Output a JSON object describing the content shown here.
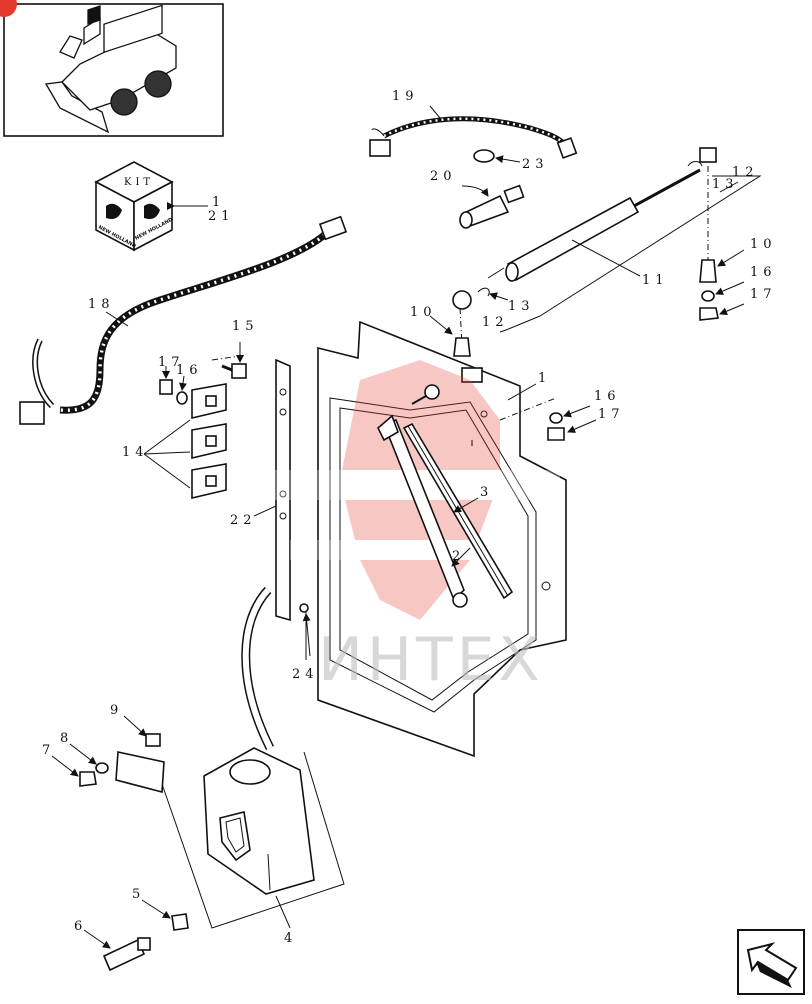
{
  "thumbnail": {
    "page_badge": ""
  },
  "kit_box": {
    "kit_text": "KIT",
    "brand_text": "NEW HOLLAND"
  },
  "watermark": {
    "text": "ИНТЕХ",
    "color": "#e4392f"
  },
  "callouts": {
    "c1_a": "1",
    "c21": "21",
    "c19": "19",
    "c23": "23",
    "c20": "20",
    "c12_a": "12",
    "c13_a": "13",
    "c10_a": "10",
    "c16_a": "16",
    "c17_a": "17",
    "c11": "11",
    "c13_b": "13",
    "c12_b": "12",
    "c10_b": "10",
    "c18": "18",
    "c15": "15",
    "c17_b": "17",
    "c16_b": "16",
    "c14": "14",
    "c1_b": "1",
    "c16_c": "16",
    "c17_c": "17",
    "c3": "3",
    "c2": "2",
    "c22": "22",
    "c24": "24",
    "c9": "9",
    "c8": "8",
    "c7": "7",
    "c5": "5",
    "c6": "6",
    "c4": "4"
  },
  "nav": {
    "icon": "next-page-arrow-icon"
  }
}
